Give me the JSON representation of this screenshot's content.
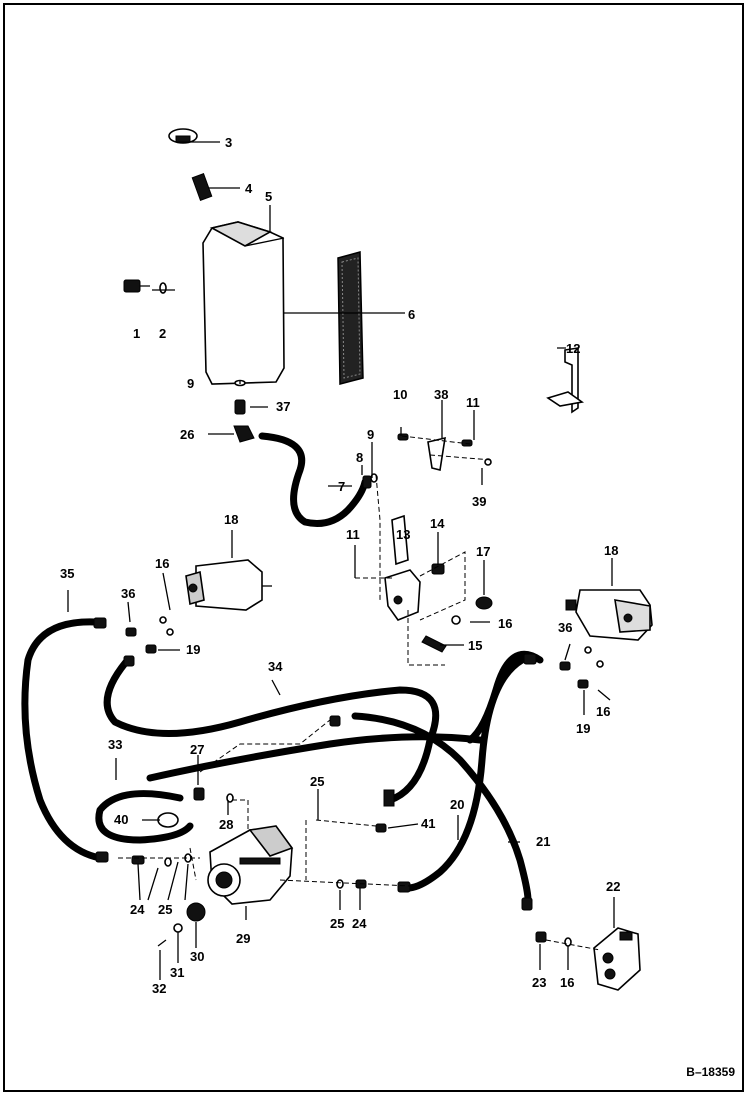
{
  "callouts": [
    {
      "id": "c3",
      "text": "3"
    },
    {
      "id": "c4",
      "text": "4"
    },
    {
      "id": "c5",
      "text": "5"
    },
    {
      "id": "c1",
      "text": "1"
    },
    {
      "id": "c2",
      "text": "2"
    },
    {
      "id": "c6",
      "text": "6"
    },
    {
      "id": "c12",
      "text": "12"
    },
    {
      "id": "c9a",
      "text": "9"
    },
    {
      "id": "c37",
      "text": "37"
    },
    {
      "id": "c26",
      "text": "26"
    },
    {
      "id": "c10",
      "text": "10"
    },
    {
      "id": "c38",
      "text": "38"
    },
    {
      "id": "c11a",
      "text": "11"
    },
    {
      "id": "c9b",
      "text": "9"
    },
    {
      "id": "c8",
      "text": "8"
    },
    {
      "id": "c7",
      "text": "7"
    },
    {
      "id": "c39",
      "text": "39"
    },
    {
      "id": "c18a",
      "text": "18"
    },
    {
      "id": "c11b",
      "text": "11"
    },
    {
      "id": "c13",
      "text": "13"
    },
    {
      "id": "c14",
      "text": "14"
    },
    {
      "id": "c17",
      "text": "17"
    },
    {
      "id": "c18b",
      "text": "18"
    },
    {
      "id": "c35",
      "text": "35"
    },
    {
      "id": "c16a",
      "text": "16"
    },
    {
      "id": "c36a",
      "text": "36"
    },
    {
      "id": "c19a",
      "text": "19"
    },
    {
      "id": "c16b",
      "text": "16"
    },
    {
      "id": "c15",
      "text": "15"
    },
    {
      "id": "c36b",
      "text": "36"
    },
    {
      "id": "c34",
      "text": "34"
    },
    {
      "id": "c16c",
      "text": "16"
    },
    {
      "id": "c19b",
      "text": "19"
    },
    {
      "id": "c33",
      "text": "33"
    },
    {
      "id": "c27",
      "text": "27"
    },
    {
      "id": "c25a",
      "text": "25"
    },
    {
      "id": "c20",
      "text": "20"
    },
    {
      "id": "c40",
      "text": "40"
    },
    {
      "id": "c28",
      "text": "28"
    },
    {
      "id": "c41",
      "text": "41"
    },
    {
      "id": "c21",
      "text": "21"
    },
    {
      "id": "c22",
      "text": "22"
    },
    {
      "id": "c24a",
      "text": "24"
    },
    {
      "id": "c25b",
      "text": "25"
    },
    {
      "id": "c25c",
      "text": "25"
    },
    {
      "id": "c24b",
      "text": "24"
    },
    {
      "id": "c29",
      "text": "29"
    },
    {
      "id": "c30",
      "text": "30"
    },
    {
      "id": "c31",
      "text": "31"
    },
    {
      "id": "c32",
      "text": "32"
    },
    {
      "id": "c23",
      "text": "23"
    },
    {
      "id": "c16d",
      "text": "16"
    }
  ],
  "drawing_number": "B–18359"
}
